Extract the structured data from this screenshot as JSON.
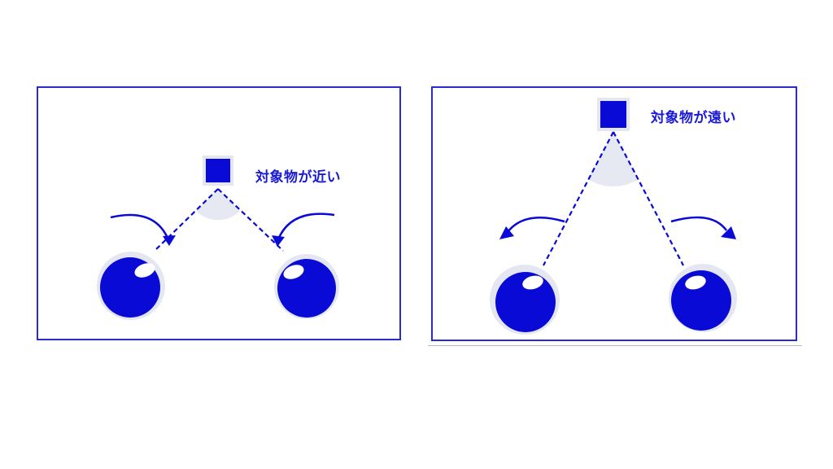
{
  "diagrams": [
    {
      "id": "near",
      "label": "対象物が近い"
    },
    {
      "id": "far",
      "label": "対象物が遠い"
    }
  ],
  "colors": {
    "primary": "#0a0ad6",
    "frame": "#2a2ad0",
    "halo": "#e4e6f2",
    "angle_wedge": "#e6e8f2",
    "label_text": "#1a1ad6"
  }
}
